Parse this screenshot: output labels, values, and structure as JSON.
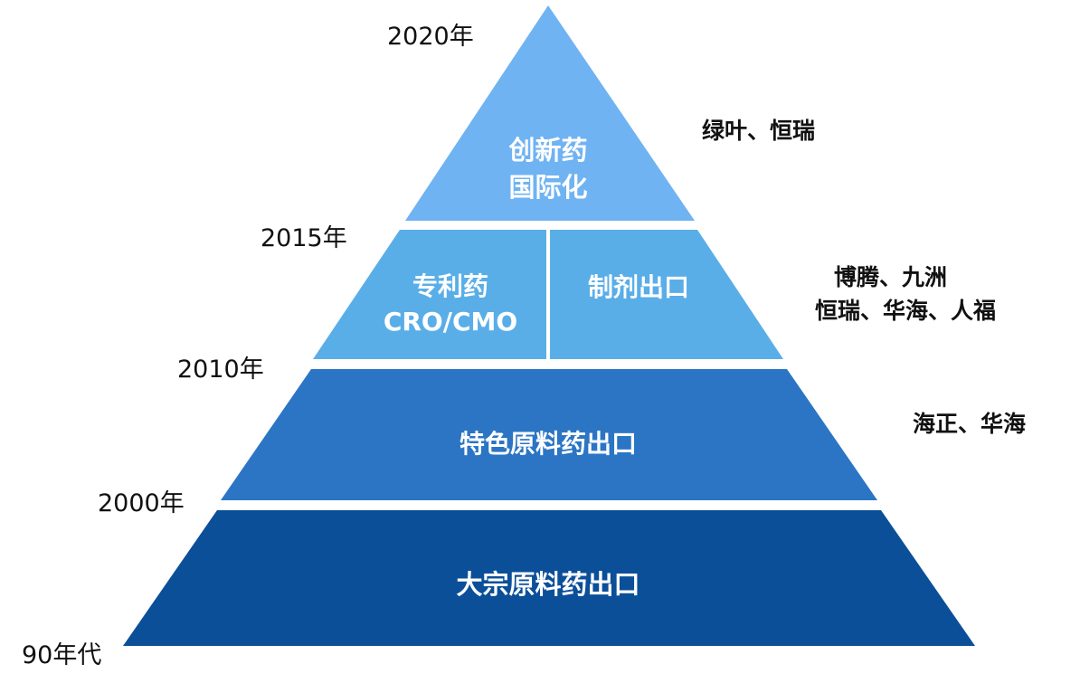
{
  "colors": {
    "tier_top": "#6fb3f2",
    "tier_second": "#5aaee8",
    "tier_third": "#2b75c4",
    "tier_base": "#0b4f99",
    "tier_text": "#ffffff",
    "divider": "#ffffff"
  },
  "tiers": {
    "top": {
      "lines": [
        "创新药",
        "国际化"
      ]
    },
    "second_left": {
      "lines": [
        "专利药",
        "CRO/CMO"
      ]
    },
    "second_right": {
      "lines": [
        "制剂出口"
      ]
    },
    "third": {
      "lines": [
        "特色原料药出口"
      ]
    },
    "base": {
      "lines": [
        "大宗原料药出口"
      ]
    }
  },
  "years": {
    "y2020": "2020年",
    "y2015": "2015年",
    "y2010": "2010年",
    "y2000": "2000年",
    "y90s": "90年代"
  },
  "companies": {
    "top": "绿叶、恒瑞",
    "second_line1": "博腾、九洲",
    "second_line2": "恒瑞、华海、人福",
    "third": "海正、华海"
  }
}
